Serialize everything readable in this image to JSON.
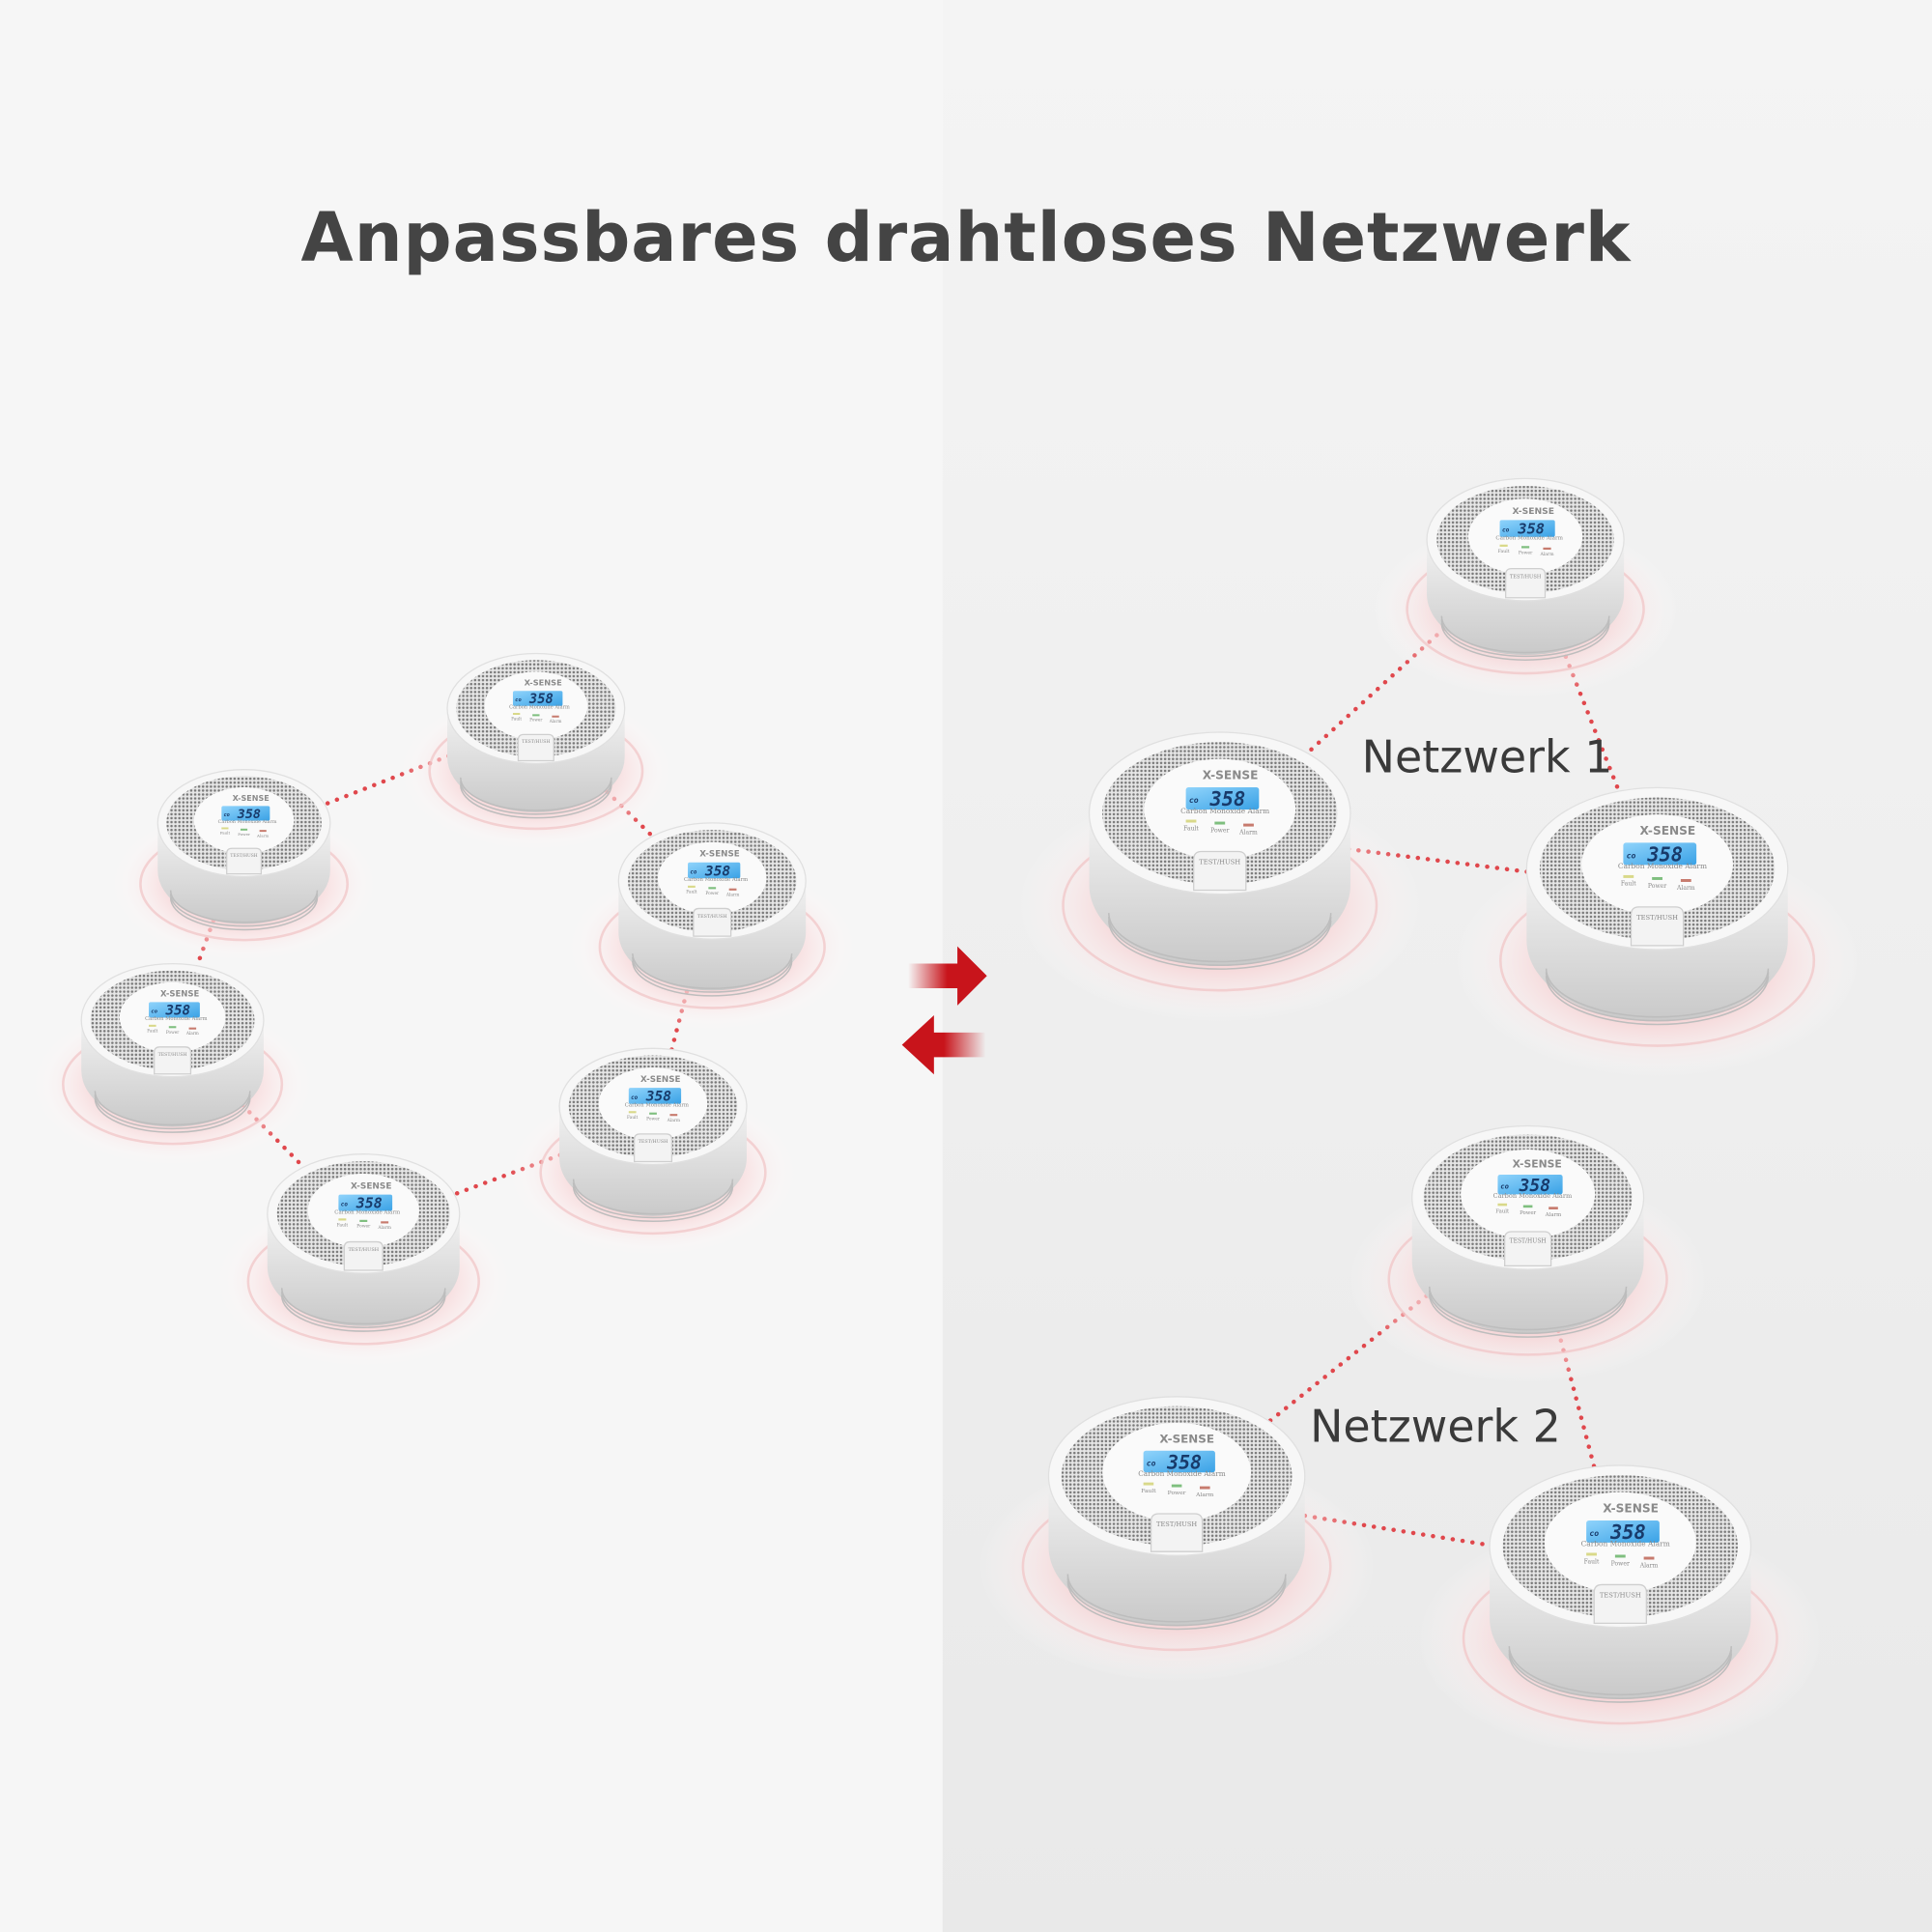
{
  "title": "Anpassbares drahtloses Netzwerk",
  "networks": [
    {
      "label": "Netzwerk 1"
    },
    {
      "label": "Netzwerk 2"
    }
  ],
  "detector": {
    "brand": "X-SENSE",
    "lcd_unit": "co",
    "lcd_reading": "358",
    "product": "Carbon Monoxide Alarm",
    "led_fault": "Fault",
    "led_power": "Power",
    "led_alarm": "Alarm",
    "button": "TEST/HUSH"
  },
  "arrows": [
    "arrow-right-icon",
    "arrow-left-icon"
  ],
  "colors": {
    "link": "#e0474c",
    "arrow": "#c8141b",
    "glow": "#f2b8bb",
    "lcd": "#5ab8f0",
    "title": "#444444"
  }
}
